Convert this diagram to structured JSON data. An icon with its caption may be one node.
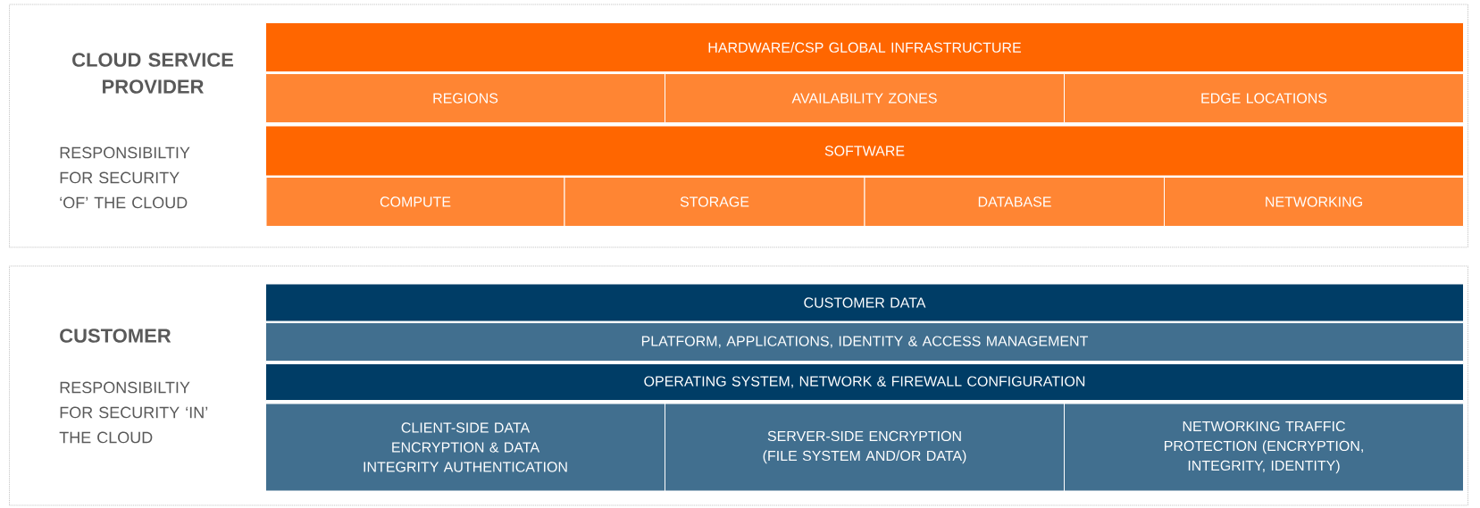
{
  "diagram": {
    "nodes": [
      {
        "text": [
          "CLOUD SERVICE PROVIDER",
          "RESPONSIBILTIY FOR SECURITY ‘OF’ THE CLOUD"
        ]
      },
      {
        "text": [
          "HARDWARE/CSP GLOBAL INFRASTRUCTURE"
        ],
        "in": 0
      },
      {
        "text": [
          "REGIONS"
        ],
        "in": 0
      },
      {
        "text": [
          "AVAILABILITY ZONES"
        ],
        "in": 0
      },
      {
        "text": [
          "EDGE LOCATIONS"
        ],
        "in": 0
      },
      {
        "text": [
          "SOFTWARE"
        ],
        "in": 0
      },
      {
        "text": [
          "COMPUTE"
        ],
        "in": 0
      },
      {
        "text": [
          "STORAGE"
        ],
        "in": 0
      },
      {
        "text": [
          "DATABASE"
        ],
        "in": 0
      },
      {
        "text": [
          "NETWORKING"
        ],
        "in": 0
      },
      {
        "text": [
          "CUSTOMER",
          "RESPONSIBILTIY FOR SECURITY ‘IN’ THE CLOUD"
        ]
      },
      {
        "text": [
          "CUSTOMER DATA"
        ],
        "in": 10
      },
      {
        "text": [
          "PLATFORM, APPLICATIONS, IDENTITY & ACCESS MANAGEMENT"
        ],
        "in": 10
      },
      {
        "text": [
          "OPERATING SYSTEM, NETWORK & FIREWALL CONFIGURATION"
        ],
        "in": 10
      },
      {
        "text": [
          "CLIENT-SIDE DATA ENCRYPTION & DATA INTEGRITY AUTHENTICATION"
        ],
        "in": 10
      },
      {
        "text": [
          "SERVER-SIDE ENCRYPTION (FILE SYSTEM AND/OR DATA)"
        ],
        "in": 10
      },
      {
        "text": [
          "NETWORKING TRAFFIC PROTECTION (ENCRYPTION, INTEGRITY, IDENTITY)"
        ],
        "in": 10
      }
    ]
  }
}
